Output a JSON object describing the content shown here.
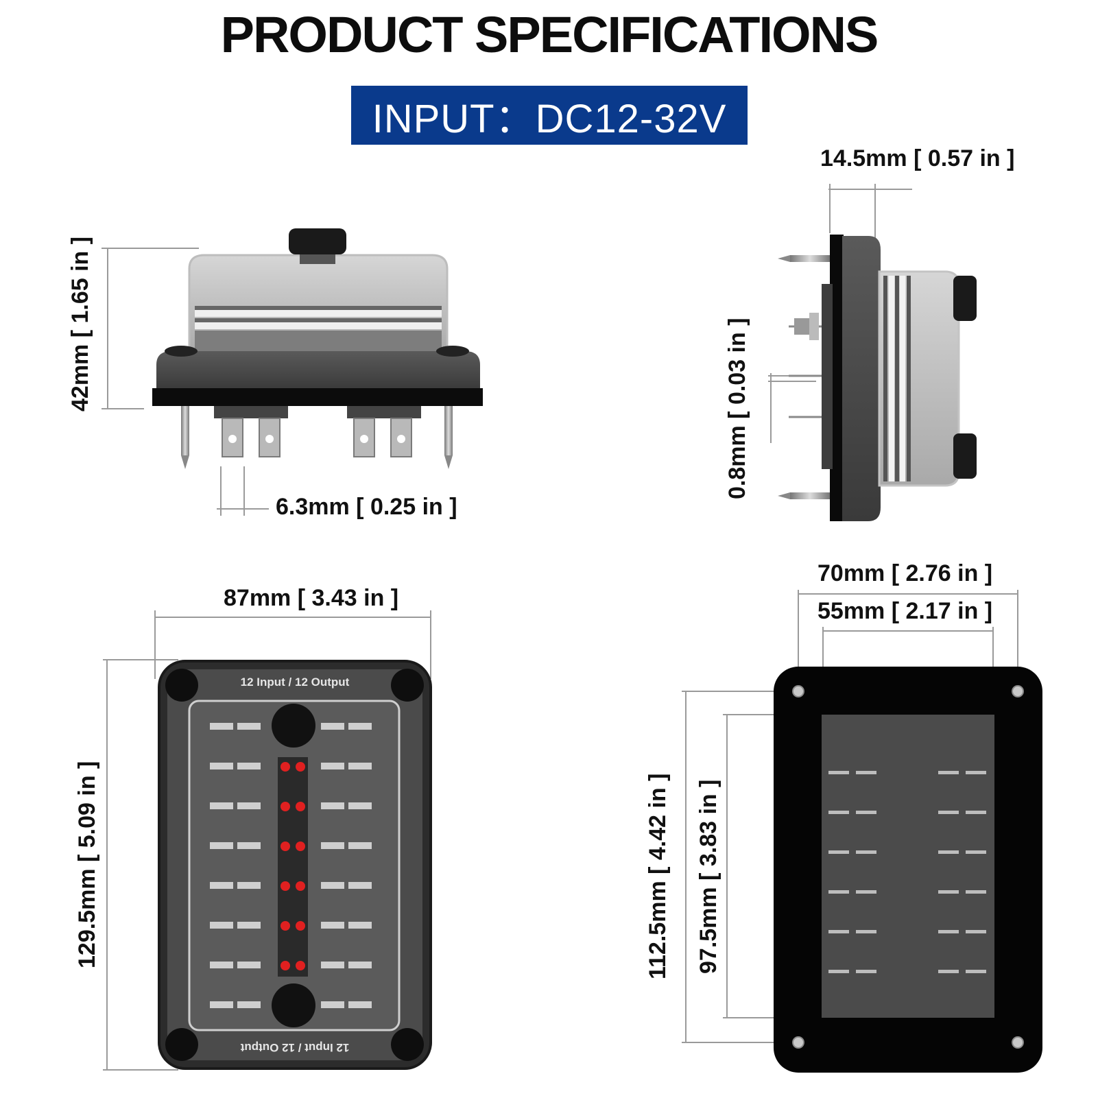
{
  "header": {
    "title": "PRODUCT SPECIFICATIONS",
    "input_label": "INPUT：DC12-32V",
    "colors": {
      "banner": "#0a3a8c",
      "banner_text": "#ffffff"
    }
  },
  "side_view": {
    "height_label": "42mm [ 1.65 in ]",
    "terminal_label": "6.3mm [ 0.25 in ]"
  },
  "end_view": {
    "depth_label": "14.5mm [ 0.57 in ]",
    "terminal_thickness_label": "0.8mm [ 0.03 in ]"
  },
  "top_view": {
    "width_label": "87mm [ 3.43 in ]",
    "length_label": "129.5mm [ 5.09 in ]",
    "panel_top_text": "12 Input / 12 Output",
    "panel_bottom_text": "12 Input / 12 Output",
    "fuse_rows": 8,
    "led_color": "#e02020"
  },
  "bottom_view": {
    "outer_width_label": "70mm [ 2.76 in ]",
    "inner_width_label": "55mm [ 2.17 in ]",
    "outer_height_label": "112.5mm [ 4.42 in ]",
    "inner_height_label": "97.5mm [ 3.83 in ]"
  }
}
